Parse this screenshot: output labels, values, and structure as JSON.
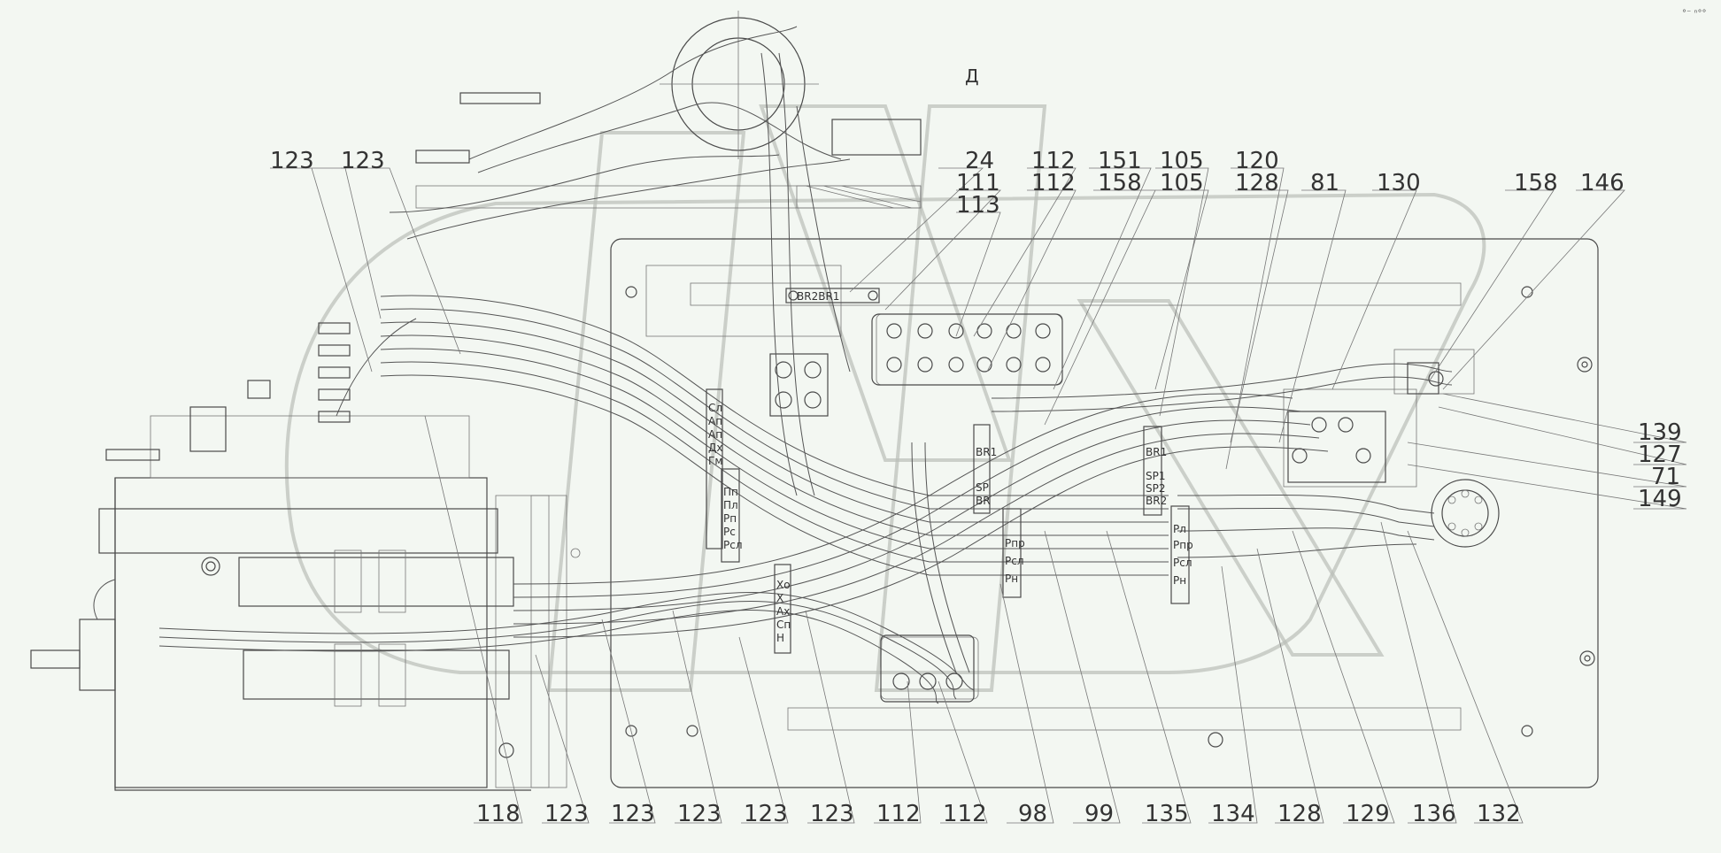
{
  "view_marker": "Д",
  "corner_mark": "°⁻ ⁿ°°",
  "top_callouts": [
    {
      "text": "123",
      "id": "c-123-a"
    },
    {
      "text": "123",
      "id": "c-123-b"
    },
    {
      "text": "24",
      "id": "c-24"
    },
    {
      "text": "111",
      "id": "c-111"
    },
    {
      "text": "113",
      "id": "c-113"
    },
    {
      "text": "112",
      "id": "c-112-t1"
    },
    {
      "text": "112",
      "id": "c-112-t2"
    },
    {
      "text": "151",
      "id": "c-151"
    },
    {
      "text": "158",
      "id": "c-158-a"
    },
    {
      "text": "105",
      "id": "c-105-a"
    },
    {
      "text": "105",
      "id": "c-105-b"
    },
    {
      "text": "120",
      "id": "c-120"
    },
    {
      "text": "128",
      "id": "c-128-t"
    },
    {
      "text": "81",
      "id": "c-81"
    },
    {
      "text": "130",
      "id": "c-130"
    },
    {
      "text": "158",
      "id": "c-158-b"
    },
    {
      "text": "146",
      "id": "c-146"
    }
  ],
  "right_callouts": [
    {
      "text": "139",
      "id": "c-139"
    },
    {
      "text": "127",
      "id": "c-127"
    },
    {
      "text": "71",
      "id": "c-71"
    },
    {
      "text": "149",
      "id": "c-149"
    }
  ],
  "bottom_callouts": [
    {
      "text": "118",
      "id": "c-118"
    },
    {
      "text": "123",
      "id": "c-123-c"
    },
    {
      "text": "123",
      "id": "c-123-d"
    },
    {
      "text": "123",
      "id": "c-123-e"
    },
    {
      "text": "123",
      "id": "c-123-f"
    },
    {
      "text": "123",
      "id": "c-123-g"
    },
    {
      "text": "112",
      "id": "c-112-b1"
    },
    {
      "text": "112",
      "id": "c-112-b2"
    },
    {
      "text": "98",
      "id": "c-98"
    },
    {
      "text": "99",
      "id": "c-99"
    },
    {
      "text": "135",
      "id": "c-135"
    },
    {
      "text": "134",
      "id": "c-134"
    },
    {
      "text": "128",
      "id": "c-128-b"
    },
    {
      "text": "129",
      "id": "c-129"
    },
    {
      "text": "136",
      "id": "c-136"
    },
    {
      "text": "132",
      "id": "c-132"
    }
  ],
  "port_tags": {
    "bar_top": "BR2BR1",
    "left_block": [
      "Сл",
      "Ап",
      "Ап",
      "Дх",
      "Гм"
    ],
    "left_block_2": [
      "Пп",
      "Пл",
      "Рп",
      "Рс",
      "Рсл"
    ],
    "mid_block": [
      "BR1",
      "SP",
      "BR"
    ],
    "pn_block": [
      "Рпр",
      "Рсл",
      "Рн"
    ],
    "right_block": [
      "BR1",
      "SP1",
      "SP2",
      "BR2"
    ],
    "right_block_2": [
      "Рл",
      "Рпр",
      "Рсл",
      "Рн"
    ],
    "bottom_block": [
      "Хо",
      "Х",
      "Ах",
      "Сп",
      "Н"
    ]
  }
}
